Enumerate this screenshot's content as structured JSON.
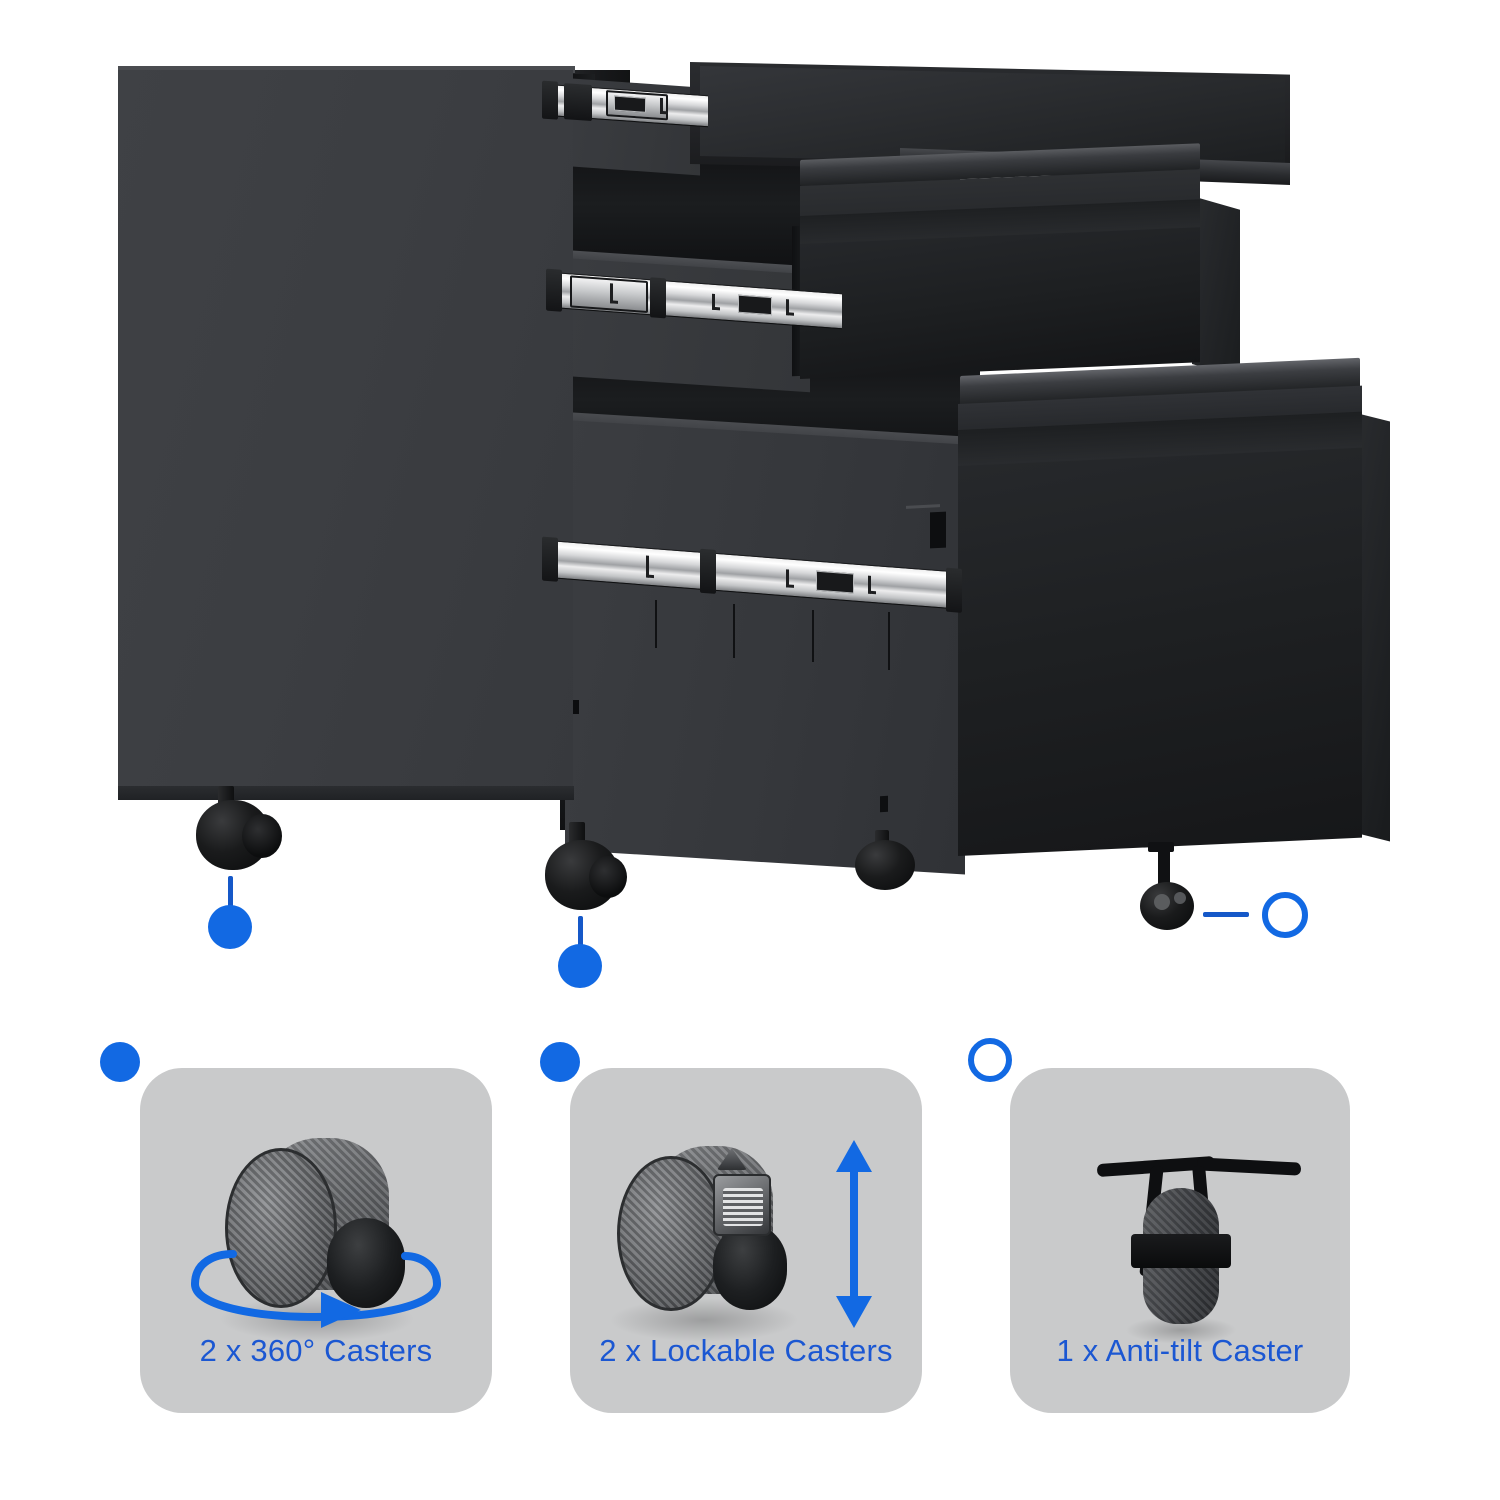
{
  "page": {
    "type": "product-infographic",
    "background_color": "#ffffff",
    "accent_blue": "#1269e3",
    "label_blue": "#1b57d2",
    "card_background": "#c9cacb",
    "cabinet_color": "#3c3e42",
    "drawer_front_color": "#1e2022"
  },
  "product_photo": {
    "alt_name": "3-drawer mobile file cabinet with open drawers showing slide rails and casters",
    "drawers": [
      {
        "name": "top-drawer",
        "state": "open"
      },
      {
        "name": "middle-drawer",
        "state": "open"
      },
      {
        "name": "bottom-file-drawer",
        "state": "open"
      }
    ],
    "callouts": [
      {
        "id": "caster-front-left",
        "marker": "filled-dot",
        "connector": "vertical"
      },
      {
        "id": "caster-front-right",
        "marker": "filled-dot",
        "connector": "vertical"
      },
      {
        "id": "caster-anti-tilt",
        "marker": "hollow-ring",
        "connector": "horizontal"
      }
    ]
  },
  "cards": [
    {
      "id": "card-360-casters",
      "marker": "filled-dot",
      "icon": "swivel-caster-icon",
      "label": "2 x 360° Casters",
      "annotation_icon": "rotation-arrow-icon"
    },
    {
      "id": "card-lockable-casters",
      "marker": "filled-dot",
      "icon": "lockable-caster-icon",
      "label": "2 x Lockable Casters",
      "annotation_icon": "up-down-arrow-icon"
    },
    {
      "id": "card-anti-tilt-caster",
      "marker": "hollow-ring",
      "icon": "anti-tilt-caster-icon",
      "label": "1 x Anti-tilt Caster",
      "annotation_icon": ""
    }
  ]
}
